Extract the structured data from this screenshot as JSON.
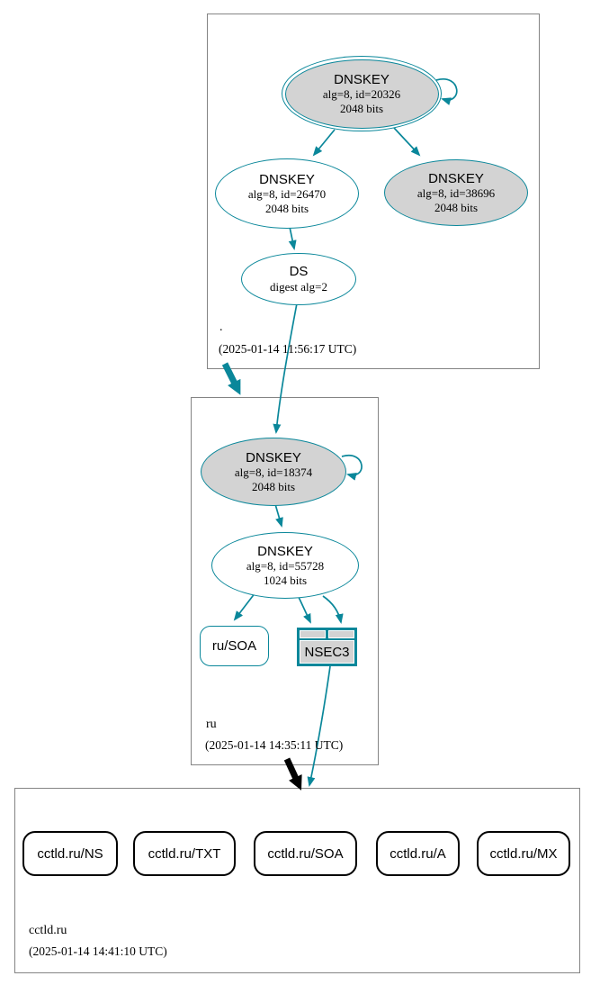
{
  "colors": {
    "secure_edge": "#0a879a",
    "insecure_edge": "#000000",
    "node_fill_gray": "#d3d3d3",
    "zone_box_border": "#848484"
  },
  "zones": {
    "root": {
      "label": ".",
      "timestamp": "(2025-01-14 11:56:17 UTC)"
    },
    "ru": {
      "label": "ru",
      "timestamp": "(2025-01-14 14:35:11 UTC)"
    },
    "cctld_ru": {
      "label": "cctld.ru",
      "timestamp": "(2025-01-14 14:41:10 UTC)"
    }
  },
  "nodes": {
    "ksk_root": {
      "title": "DNSKEY",
      "attrs": "alg=8, id=20326",
      "bits": "2048 bits"
    },
    "zsk_root": {
      "title": "DNSKEY",
      "attrs": "alg=8, id=26470",
      "bits": "2048 bits"
    },
    "key_root_38696": {
      "title": "DNSKEY",
      "attrs": "alg=8, id=38696",
      "bits": "2048 bits"
    },
    "ds_ru": {
      "title": "DS",
      "attrs": "digest alg=2"
    },
    "ksk_ru": {
      "title": "DNSKEY",
      "attrs": "alg=8, id=18374",
      "bits": "2048 bits"
    },
    "zsk_ru": {
      "title": "DNSKEY",
      "attrs": "alg=8, id=55728",
      "bits": "1024 bits"
    },
    "soa_ru": {
      "label": "ru/SOA"
    },
    "nsec3_ru": {
      "label": "NSEC3"
    }
  },
  "cctld_rrsets": [
    {
      "label": "cctld.ru/NS"
    },
    {
      "label": "cctld.ru/TXT"
    },
    {
      "label": "cctld.ru/SOA"
    },
    {
      "label": "cctld.ru/A"
    },
    {
      "label": "cctld.ru/MX"
    }
  ]
}
